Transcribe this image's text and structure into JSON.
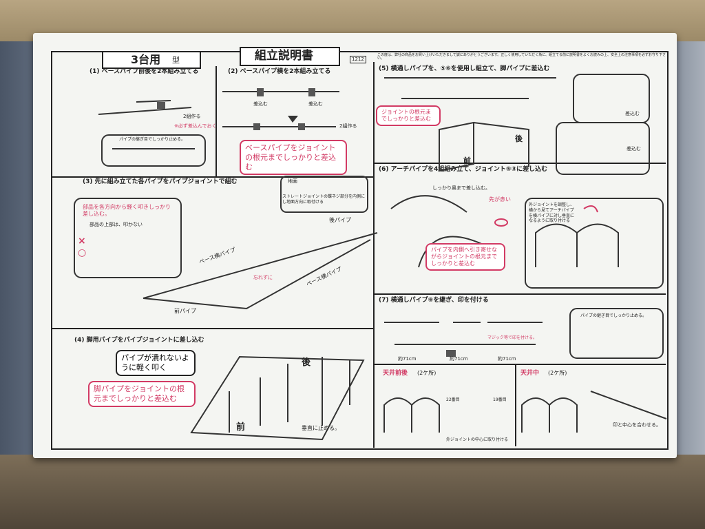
{
  "header": {
    "model_label": "3台用",
    "model_suffix": "型",
    "title": "組立説明書",
    "code": "1212",
    "intro": "この度は、弊社の商品をお買い上げいただきまして誠にありがとうございます。正しく使用していただく為に、組立てる前に説明書をよくお読みの上、安全上の注意事項を必ずお守り下さい。"
  },
  "steps": {
    "s1": {
      "title": "(1) ベースパイプ前後を2本組み立てる",
      "note1": "2組作る",
      "note2": "※必ず差込んでおく",
      "note3": "パイプの継ぎ目でしっかり止める。"
    },
    "s2": {
      "title": "(2) ベースパイプ横を2本組み立てる",
      "insert1": "差込む",
      "insert2": "差込む",
      "note": "2組作る",
      "callout": "ベースパイプをジョイントの根元までしっかりと差込む"
    },
    "s3": {
      "title": "(3) 先に組み立てた各パイプをパイプジョイントで組む",
      "callout1": "部品を各方向から軽く叩きしっかり差し込む。",
      "callout1b": "部品の上部は、叩かない",
      "ground_label": "地面",
      "ground_note": "ストレートジョイントの蝶ネジ部分を内側にし地面方向に取付ける",
      "rear": "後パイプ",
      "front": "前パイプ",
      "base_side1": "ベース横パイプ",
      "base_side2": "ベース横パイプ",
      "dont_forget": "忘れずに"
    },
    "s4": {
      "title": "(4) 脚用パイプをパイプジョイントに差し込む",
      "callout1": "パイプが潰れないように軽く叩く",
      "callout2": "脚パイプをジョイントの根元までしっかりと差込む",
      "rear": "後",
      "front": "前",
      "vertical": "垂直に止める。"
    },
    "s5": {
      "title": "(5) 横通しパイプを、⑤⑥を使用し組立て、脚パイプに差込む",
      "callout": "ジョイントの根元までしっかりと差込む",
      "rear": "後",
      "front": "前",
      "insert": "差込む",
      "insert2": "差込む"
    },
    "s6": {
      "title": "(6) アーチパイプを4組組み立て、ジョイント⑤③に差し込む",
      "note1": "しっかり奥まで差し込む。",
      "red_tip": "先が赤い",
      "callout": "パイプを内側へ引き寄せながらジョイントの根元までしっかりと差込む",
      "right_note": "外ジョイントを調整し、横から見てアーチパイプを横パイプに対し垂直になるように取り付ける"
    },
    "s7": {
      "title": "(7) 横通しパイプ⑥を継ぎ、印を付ける",
      "mark": "マジック等で印を付ける。",
      "len1": "約71cm",
      "len2": "約71cm",
      "len3": "約71cm",
      "note": "パイプの継ぎ目でしっかり止める。"
    },
    "s8": {
      "left_title": "天井前後",
      "left_count": "(2ケ所)",
      "right_title": "天井中",
      "right_count": "(2ケ所)",
      "label22": "22番目",
      "label19": "19番目",
      "bottom_note": "外ジョイントの中心に取り付ける",
      "right_note": "印と中心を合わせる。"
    }
  },
  "colors": {
    "accent": "#d23a64",
    "ink": "#222222",
    "paper": "#f4f5f2"
  }
}
